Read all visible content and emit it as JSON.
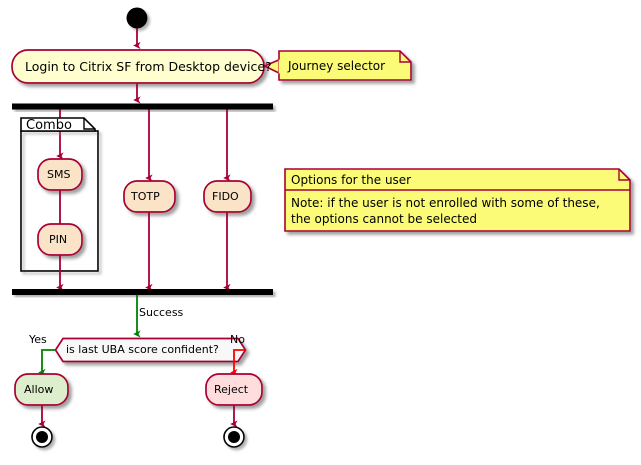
{
  "diagram": {
    "title": "Citrix StoreFront MFA journey activity diagram",
    "type": "uml-activity-diagram",
    "colors": {
      "activity_fill": "#FEFECE",
      "option_fill": "#FAE3C7",
      "allow_fill": "#DDEECC",
      "reject_fill": "#FFDDDD",
      "decision_fill": "#F8F8F8",
      "border": "#A80036",
      "note_fill": "#FBFB77",
      "note_border": "#A80036",
      "arrow_default": "#A80036",
      "arrow_success": "#008000",
      "arrow_yes": "#008000",
      "arrow_no": "#FF0000",
      "bar_fill": "#000000",
      "text": "#000000"
    }
  },
  "nodes": {
    "start": {
      "name": "start-node",
      "kind": "initial"
    },
    "login": {
      "label": "Login to Citrix SF from Desktop device?",
      "kind": "activity"
    },
    "fork": {
      "name": "fork-bar",
      "kind": "fork"
    },
    "join": {
      "name": "join-bar",
      "kind": "join"
    },
    "partition": {
      "label": "Combo",
      "kind": "partition"
    },
    "sms": {
      "label": "SMS",
      "kind": "activity"
    },
    "pin": {
      "label": "PIN",
      "kind": "activity"
    },
    "totp": {
      "label": "TOTP",
      "kind": "activity"
    },
    "fido": {
      "label": "FIDO",
      "kind": "activity"
    },
    "decision": {
      "label": "is last UBA score confident?",
      "kind": "decision"
    },
    "allow": {
      "label": "Allow",
      "kind": "activity"
    },
    "reject": {
      "label": "Reject",
      "kind": "activity"
    },
    "end_allow": {
      "name": "end-node-allow",
      "kind": "final"
    },
    "end_reject": {
      "name": "end-node-reject",
      "kind": "final"
    }
  },
  "edges": {
    "success": "Success",
    "yes": "Yes",
    "no": "No"
  },
  "notes": {
    "journey": {
      "text": "Journey selector"
    },
    "options": {
      "header": "Options for the user",
      "body_line1": "Note: if the user is not enrolled with some of these,",
      "body_line2": "the options cannot be selected"
    }
  }
}
